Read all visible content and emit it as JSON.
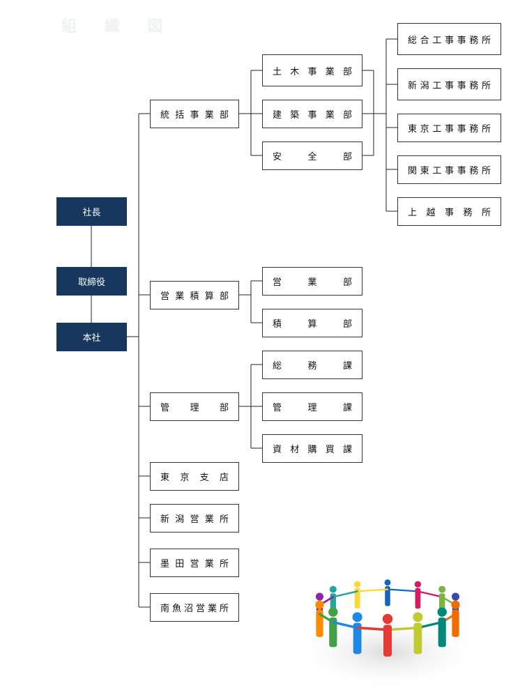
{
  "title": "組 織 図",
  "executives": {
    "president": "社長",
    "directors": "取締役",
    "head_office": "本社"
  },
  "divisions": {
    "general": {
      "label": "統括事業部",
      "departments": [
        "土木事業部",
        "建築事業部",
        "安全部"
      ],
      "offices": [
        "総合工事事務所",
        "新潟工事事務所",
        "東京工事事務所",
        "関東工事事務所",
        "上越事務所"
      ]
    },
    "sales": {
      "label": "営業積算部",
      "departments": [
        "営業部",
        "積算部"
      ]
    },
    "admin": {
      "label": "管理部",
      "departments": [
        "総務課",
        "管理課",
        "資材購買課"
      ]
    },
    "branches": [
      "東京支店",
      "新潟営業所",
      "墨田営業所",
      "南魚沼営業所"
    ]
  },
  "colors": {
    "executive_fill": "#17375e",
    "line": "#222222"
  }
}
